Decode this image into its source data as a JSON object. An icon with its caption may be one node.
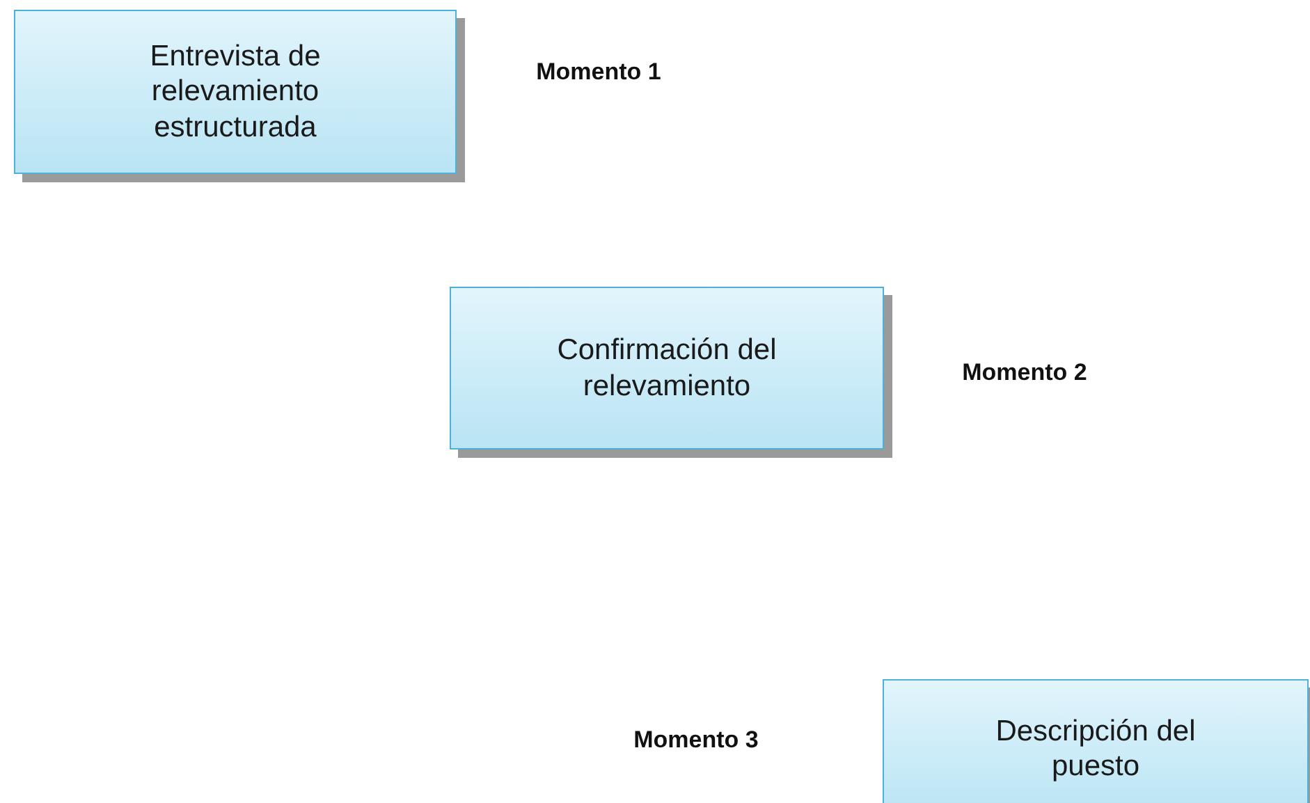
{
  "diagram": {
    "nodes": [
      {
        "text": [
          "Entrevista de relevamiento estructurada"
        ]
      },
      {
        "text": [
          "Confirmación del relevamiento"
        ]
      },
      {
        "text": [
          "Descripción del puesto"
        ]
      }
    ],
    "labels": [
      "Momento 1",
      "Momento 2",
      "Momento 3"
    ]
  }
}
